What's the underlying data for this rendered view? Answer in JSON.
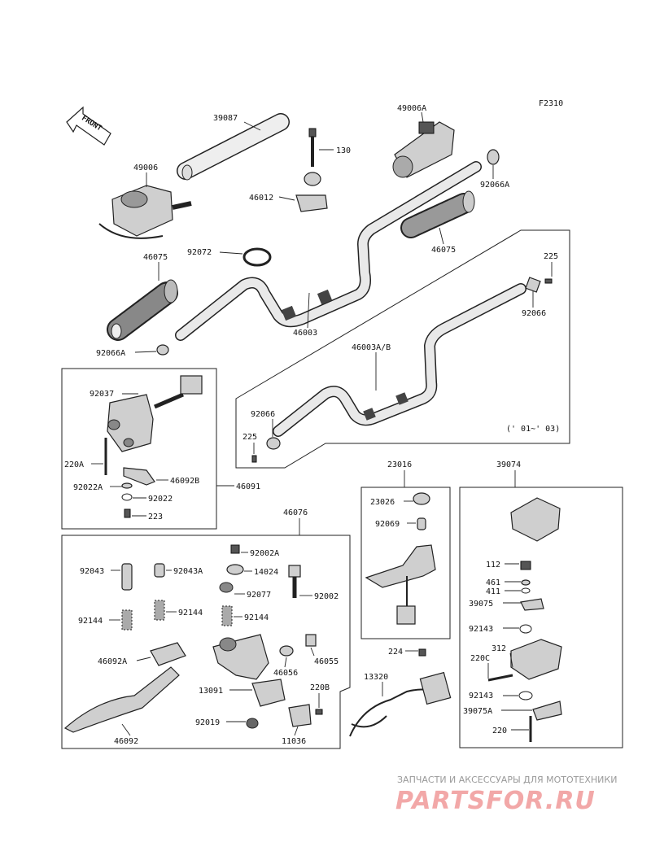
{
  "diagram": {
    "figure_code": "F2310",
    "front_arrow": "FRONT",
    "date_note": "(' 01~' 03)",
    "labels": {
      "p39087": "39087",
      "p130": "130",
      "p49006A": "49006A",
      "p49006": "49006",
      "p46012": "46012",
      "p92066A_r": "92066A",
      "p92072": "92072",
      "p46075_l": "46075",
      "p46075_r": "46075",
      "p225_t": "225",
      "p92066_r": "92066",
      "p46003": "46003",
      "p92066A_l": "92066A",
      "p46003AB": "46003A/B",
      "p92037": "92037",
      "p92066_l": "92066",
      "p225_b": "225",
      "p220A": "220A",
      "p46092B": "46092B",
      "p92022A": "92022A",
      "p46091": "46091",
      "p92022": "92022",
      "p223": "223",
      "p23016": "23016",
      "p39074": "39074",
      "p23026": "23026",
      "p92069": "92069",
      "p46076": "46076",
      "p92002A": "92002A",
      "p92043": "92043",
      "p92043A": "92043A",
      "p14024": "14024",
      "p112": "112",
      "p461": "461",
      "p411": "411",
      "p92077": "92077",
      "p92002": "92002",
      "p39075": "39075",
      "p92144_l": "92144",
      "p92144_m": "92144",
      "p92144_r": "92144",
      "p92143_t": "92143",
      "p46055": "46055",
      "p224": "224",
      "p312": "312",
      "p46092A": "46092A",
      "p46056": "46056",
      "p220C": "220C",
      "p13320": "13320",
      "p13091": "13091",
      "p220B": "220B",
      "p92143_b": "92143",
      "p92019": "92019",
      "p39075A": "39075A",
      "p46092": "46092",
      "p11036": "11036",
      "p220": "220"
    }
  },
  "watermark": {
    "tagline": "ЗАПЧАСТИ И АКСЕССУАРЫ ДЛЯ МОТОТЕХНИКИ",
    "brand": "PARTSFOR.RU"
  }
}
